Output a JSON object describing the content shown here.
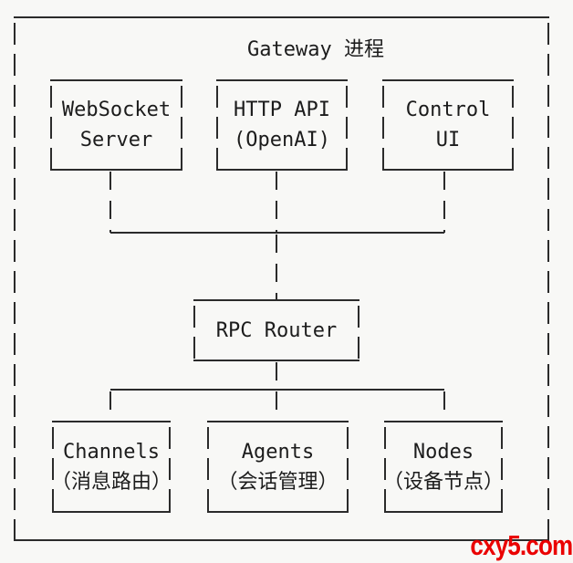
{
  "colors": {
    "background": "#f8f8f6",
    "line": "#2b2b2b",
    "text": "#1c1c1c",
    "watermark_red": "#ea0000"
  },
  "diagram": {
    "title": "Gateway 进程",
    "top_boxes": [
      {
        "name": "websocket-server",
        "line1": "WebSocket",
        "line2": "Server"
      },
      {
        "name": "http-api",
        "line1": "HTTP API",
        "line2": "(OpenAI)"
      },
      {
        "name": "control-ui",
        "line1": "Control",
        "line2": "UI"
      }
    ],
    "router_box": {
      "label": "RPC Router"
    },
    "bottom_boxes": [
      {
        "name": "channels",
        "line1": "Channels",
        "line2": "（消息路由）"
      },
      {
        "name": "agents",
        "line1": "Agents",
        "line2": "（会话管理）"
      },
      {
        "name": "nodes",
        "line1": "Nodes",
        "line2": "（设备节点）"
      }
    ]
  },
  "watermark": {
    "text": "cxy5.com"
  }
}
